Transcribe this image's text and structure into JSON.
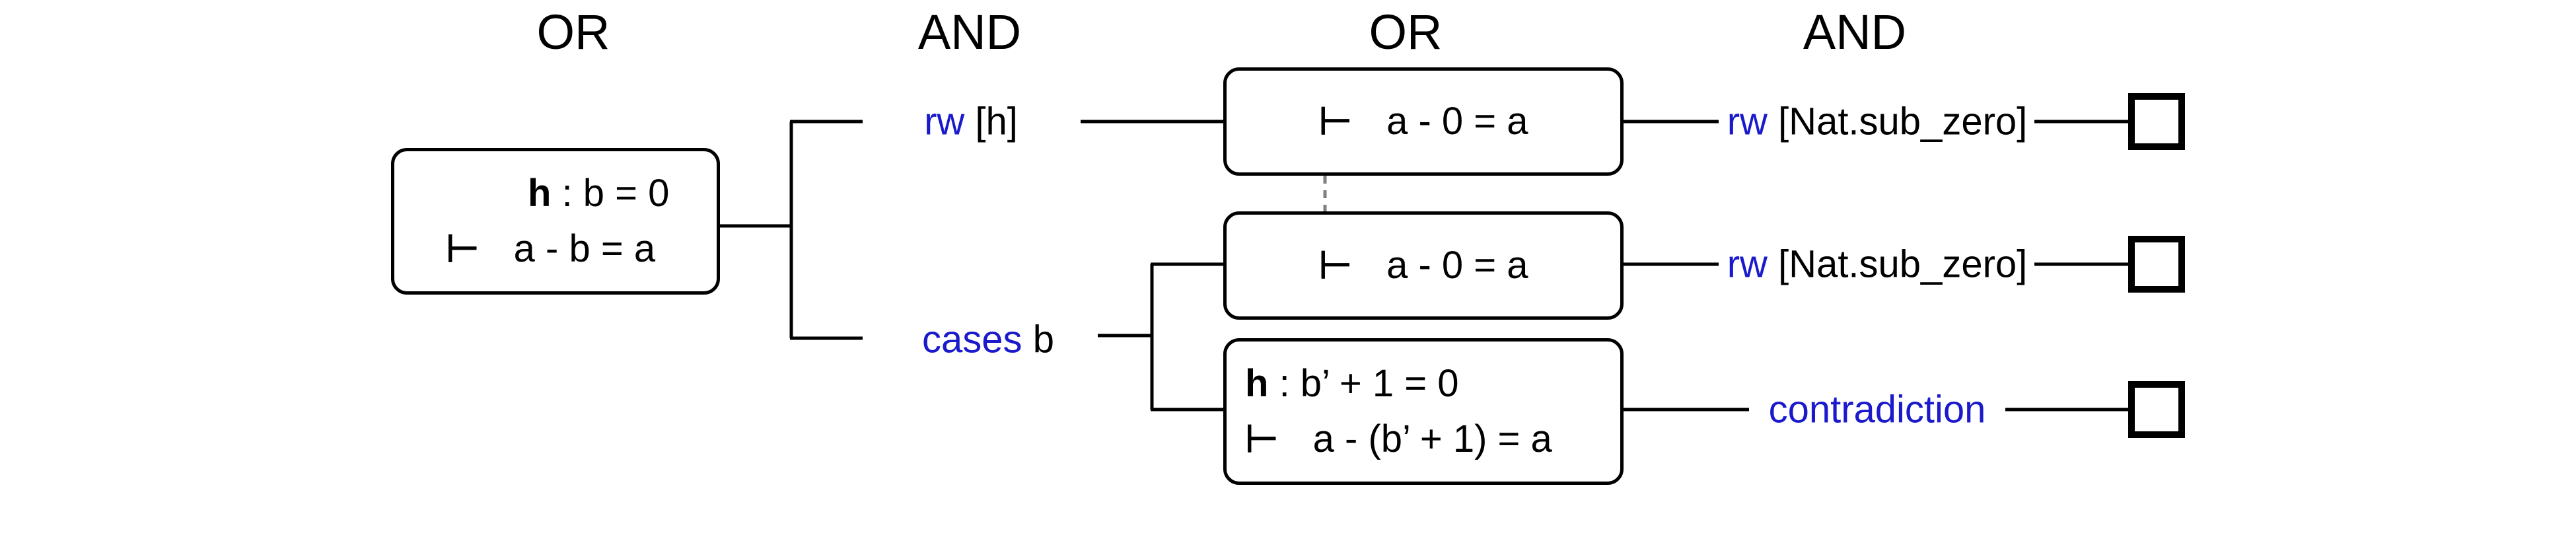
{
  "headers": [
    "OR",
    "AND",
    "OR",
    "AND"
  ],
  "root_goal": {
    "hypothesis": {
      "name": "h",
      "type": ": b = 0"
    },
    "turnstile": "⊢",
    "target": "a - b = a"
  },
  "tactics": {
    "rw_h": {
      "keyword": "rw",
      "arg": "[h]"
    },
    "cases_b": {
      "keyword": "cases",
      "arg": "b"
    },
    "rw_sub_zero_1": {
      "keyword": "rw",
      "arg": "[Nat.sub_zero]"
    },
    "rw_sub_zero_2": {
      "keyword": "rw",
      "arg": "[Nat.sub_zero]"
    },
    "contradiction": {
      "keyword": "contradiction",
      "arg": ""
    }
  },
  "goals": {
    "after_rw": {
      "turnstile": "⊢",
      "target": "a - 0 = a"
    },
    "case_zero": {
      "turnstile": "⊢",
      "target": "a - 0 = a"
    },
    "case_succ": {
      "hypothesis": {
        "name": "h",
        "type": ": b’ + 1 = 0"
      },
      "turnstile": "⊢",
      "target": "a - (b’ + 1) = a"
    }
  },
  "colors": {
    "tactic_keyword": "#1a1acc",
    "dashed_link": "#808080"
  },
  "icons": [
    "qed-square-icon",
    "qed-square-icon",
    "qed-square-icon"
  ]
}
